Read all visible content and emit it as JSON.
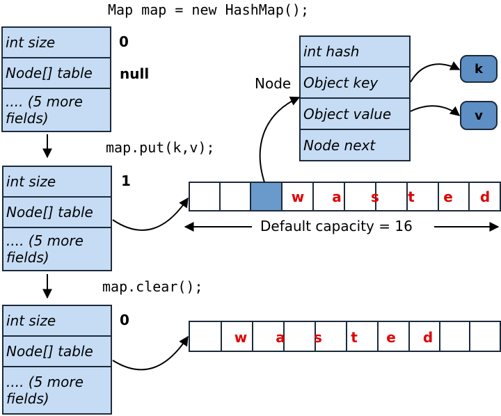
{
  "code": {
    "line1": "Map map = new HashMap();",
    "line2": "map.put(k,v);",
    "line3": "map.clear();"
  },
  "structs": [
    {
      "fields": [
        "int size",
        "Node[] table",
        ".... (5 more fields)"
      ],
      "size_value": "0",
      "table_value": "null"
    },
    {
      "fields": [
        "int size",
        "Node[] table",
        ".... (5 more fields)"
      ],
      "size_value": "1"
    },
    {
      "fields": [
        "int size",
        "Node[] table",
        ".... (5 more fields)"
      ],
      "size_value": "0"
    }
  ],
  "node": {
    "label": "Node",
    "fields": [
      "int hash",
      "Object key",
      "Object value",
      "Node next"
    ]
  },
  "key_pill": "k",
  "value_pill": "v",
  "capacity_label": "Default capacity = 16",
  "wasted_letters_1": [
    "w",
    "a",
    "s",
    "t",
    "e",
    "d"
  ],
  "wasted_letters_2": [
    "w",
    "a",
    "s",
    "t",
    "e",
    "d"
  ],
  "colors": {
    "box_fill": "#c6dcf5",
    "filled_slot": "#6a9acb",
    "pill_fill": "#5d8ec4",
    "wasted_text": "#e00000"
  }
}
